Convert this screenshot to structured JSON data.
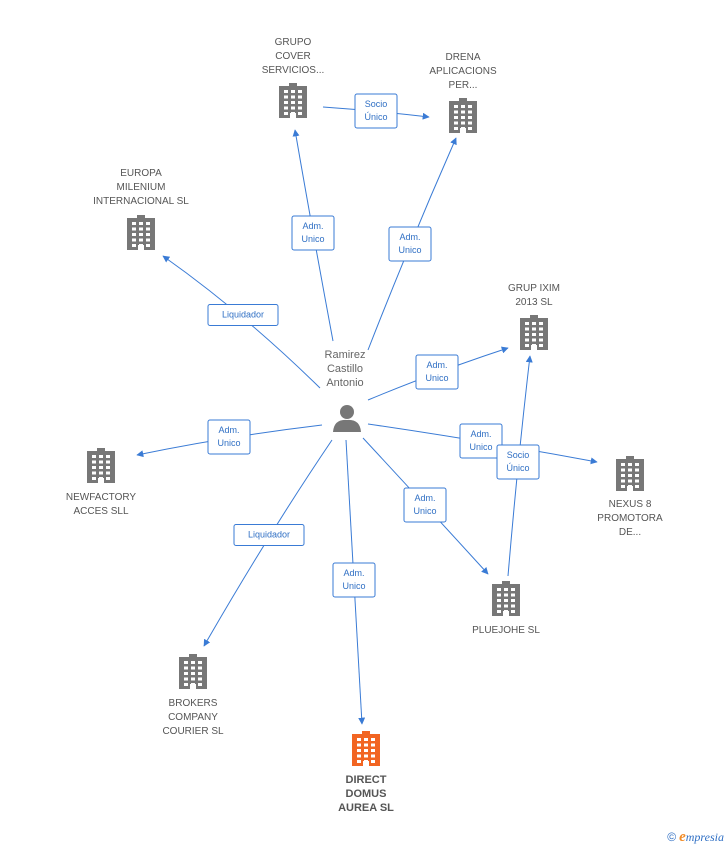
{
  "colors": {
    "edge": "#3a7bd5",
    "building": "#777777",
    "focus_building": "#f26522",
    "person": "#777777"
  },
  "person": {
    "label": [
      "Ramirez",
      "Castillo",
      "Antonio"
    ]
  },
  "companies": [
    {
      "id": "grupo_cover",
      "label": [
        "GRUPO",
        "COVER",
        "SERVICIOS..."
      ],
      "focus": false
    },
    {
      "id": "drena",
      "label": [
        "DRENA",
        "APLICACIONS",
        "PER..."
      ],
      "focus": false
    },
    {
      "id": "europa",
      "label": [
        "EUROPA",
        "MILENIUM",
        "INTERNACIONAL SL"
      ],
      "focus": false
    },
    {
      "id": "grup_ixim",
      "label": [
        "GRUP IXIM",
        "2013 SL"
      ],
      "focus": false
    },
    {
      "id": "newfactory",
      "label": [
        "NEWFACTORY",
        "ACCES SLL"
      ],
      "focus": false
    },
    {
      "id": "nexus",
      "label": [
        "NEXUS 8",
        "PROMOTORA",
        "DE..."
      ],
      "focus": false
    },
    {
      "id": "pluejohe",
      "label": [
        "PLUEJOHE SL"
      ],
      "focus": false
    },
    {
      "id": "brokers",
      "label": [
        "BROKERS",
        "COMPANY",
        "COURIER SL"
      ],
      "focus": false
    },
    {
      "id": "direct_domus",
      "label": [
        "DIRECT",
        "DOMUS",
        "AUREA SL"
      ],
      "focus": true
    }
  ],
  "edges": [
    {
      "from": "person",
      "to": "grupo_cover",
      "label": [
        "Adm.",
        "Unico"
      ]
    },
    {
      "from": "person",
      "to": "drena",
      "label": [
        "Adm.",
        "Unico"
      ]
    },
    {
      "from": "person",
      "to": "europa",
      "label": [
        "Liquidador"
      ]
    },
    {
      "from": "person",
      "to": "grup_ixim",
      "label": [
        "Adm.",
        "Unico"
      ]
    },
    {
      "from": "person",
      "to": "newfactory",
      "label": [
        "Adm.",
        "Unico"
      ]
    },
    {
      "from": "person",
      "to": "nexus",
      "label": [
        "Adm.",
        "Unico"
      ]
    },
    {
      "from": "person",
      "to": "pluejohe",
      "label": [
        "Adm.",
        "Unico"
      ]
    },
    {
      "from": "person",
      "to": "brokers",
      "label": [
        "Liquidador"
      ]
    },
    {
      "from": "person",
      "to": "direct_domus",
      "label": [
        "Adm.",
        "Unico"
      ]
    },
    {
      "from": "grupo_cover",
      "to": "drena",
      "label": [
        "Socio",
        "Único"
      ]
    },
    {
      "from": "pluejohe",
      "to": "grup_ixim",
      "label": [
        "Socio",
        "Único"
      ]
    }
  ],
  "brand": {
    "copyright": "©",
    "initial": "e",
    "name": "mpresia"
  }
}
